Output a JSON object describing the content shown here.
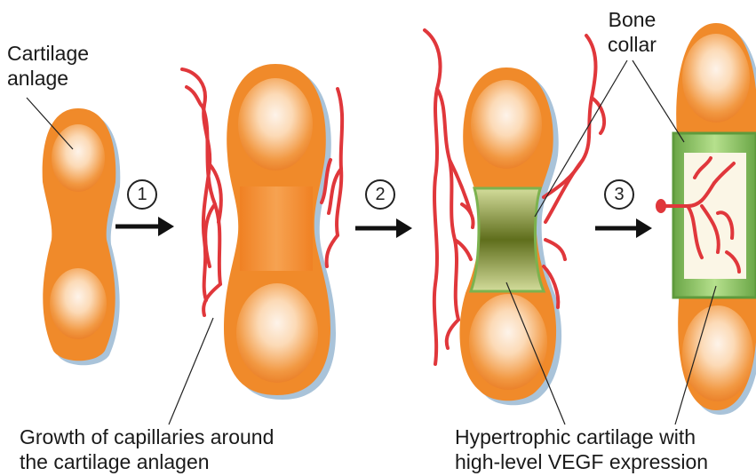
{
  "labels": {
    "cartilage_anlage_line1": "Cartilage",
    "cartilage_anlage_line2": "anlage",
    "bone_collar_line1": "Bone",
    "bone_collar_line2": "collar",
    "capillaries_line1": "Growth of capillaries around",
    "capillaries_line2": "the cartilage anlagen",
    "hypertrophic_line1": "Hypertrophic cartilage with",
    "hypertrophic_line2": "high-level VEGF expression"
  },
  "steps": [
    "1",
    "2",
    "3"
  ],
  "colors": {
    "cartilage_orange": "#f08a2a",
    "cartilage_highlight": "#fff6ec",
    "capillary_red": "#e0373b",
    "collar_green": "#8cc05a",
    "hypertrophic_olive": "#6f7a22",
    "shadow_blue": "#a9c3d9"
  }
}
